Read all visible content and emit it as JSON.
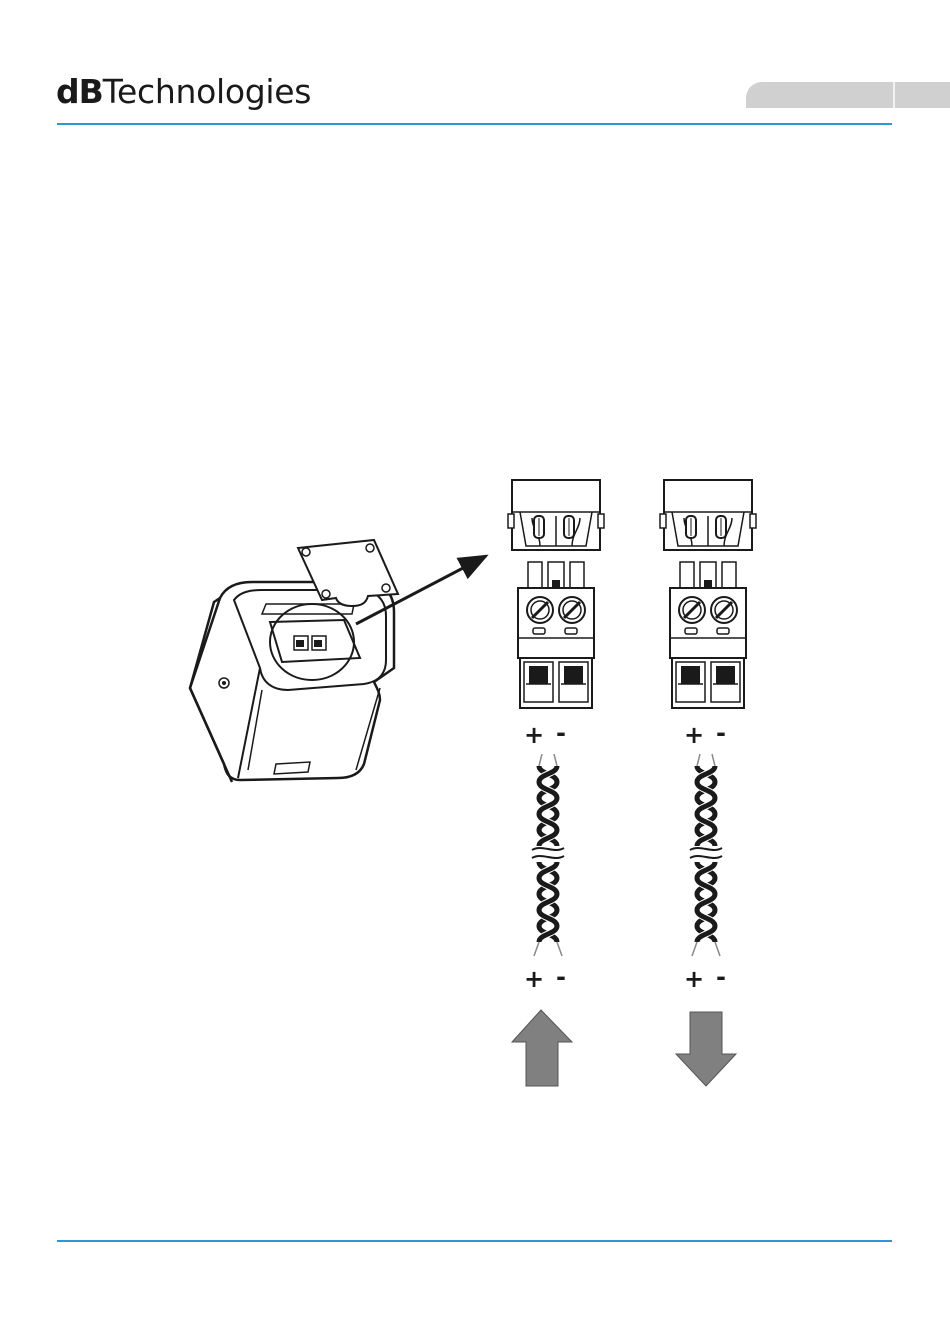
{
  "header": {
    "logo_db": "dB",
    "logo_rest": "Technologies"
  },
  "figure": {
    "polarity_labels": {
      "plus": "+",
      "minus": "-"
    },
    "colors": {
      "accent_rule": "#2f95d3",
      "arrow_fill": "#808080",
      "line": "#1a1a1a"
    },
    "icons": [
      "speaker-cabinet-illustration",
      "terminal-cover-plate",
      "terminal-block-connector",
      "twisted-pair-cable",
      "arrow-up-icon",
      "arrow-down-icon"
    ]
  }
}
